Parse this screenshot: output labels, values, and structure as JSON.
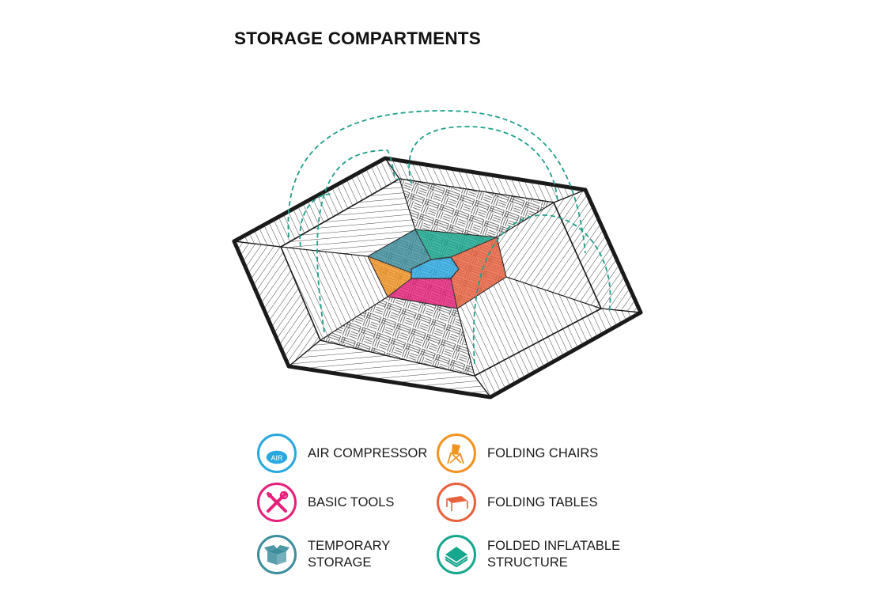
{
  "title": "STORAGE COMPARTMENTS",
  "colors": {
    "air": "#29a8e0",
    "tools": "#e6207a",
    "storage": "#3c8e9c",
    "chairs": "#f29222",
    "tables": "#e8613d",
    "inflatable": "#17a68e",
    "outline": "#1a1a1a",
    "dash": "#1f9e8a"
  },
  "legend": [
    {
      "key": "air",
      "label": "AIR COMPRESSOR",
      "icon": "air-compressor-icon",
      "icon_text": "AIR"
    },
    {
      "key": "chairs",
      "label": "FOLDING CHAIRS",
      "icon": "folding-chair-icon"
    },
    {
      "key": "tools",
      "label": "BASIC TOOLS",
      "icon": "tools-icon"
    },
    {
      "key": "tables",
      "label": "FOLDING TABLES",
      "icon": "folding-table-icon"
    },
    {
      "key": "storage",
      "label": "TEMPORARY\nSTORAGE",
      "icon": "storage-box-icon"
    },
    {
      "key": "inflatable",
      "label": "FOLDED INFLATABLE\nSTRUCTURE",
      "icon": "folded-inflatable-icon"
    }
  ]
}
